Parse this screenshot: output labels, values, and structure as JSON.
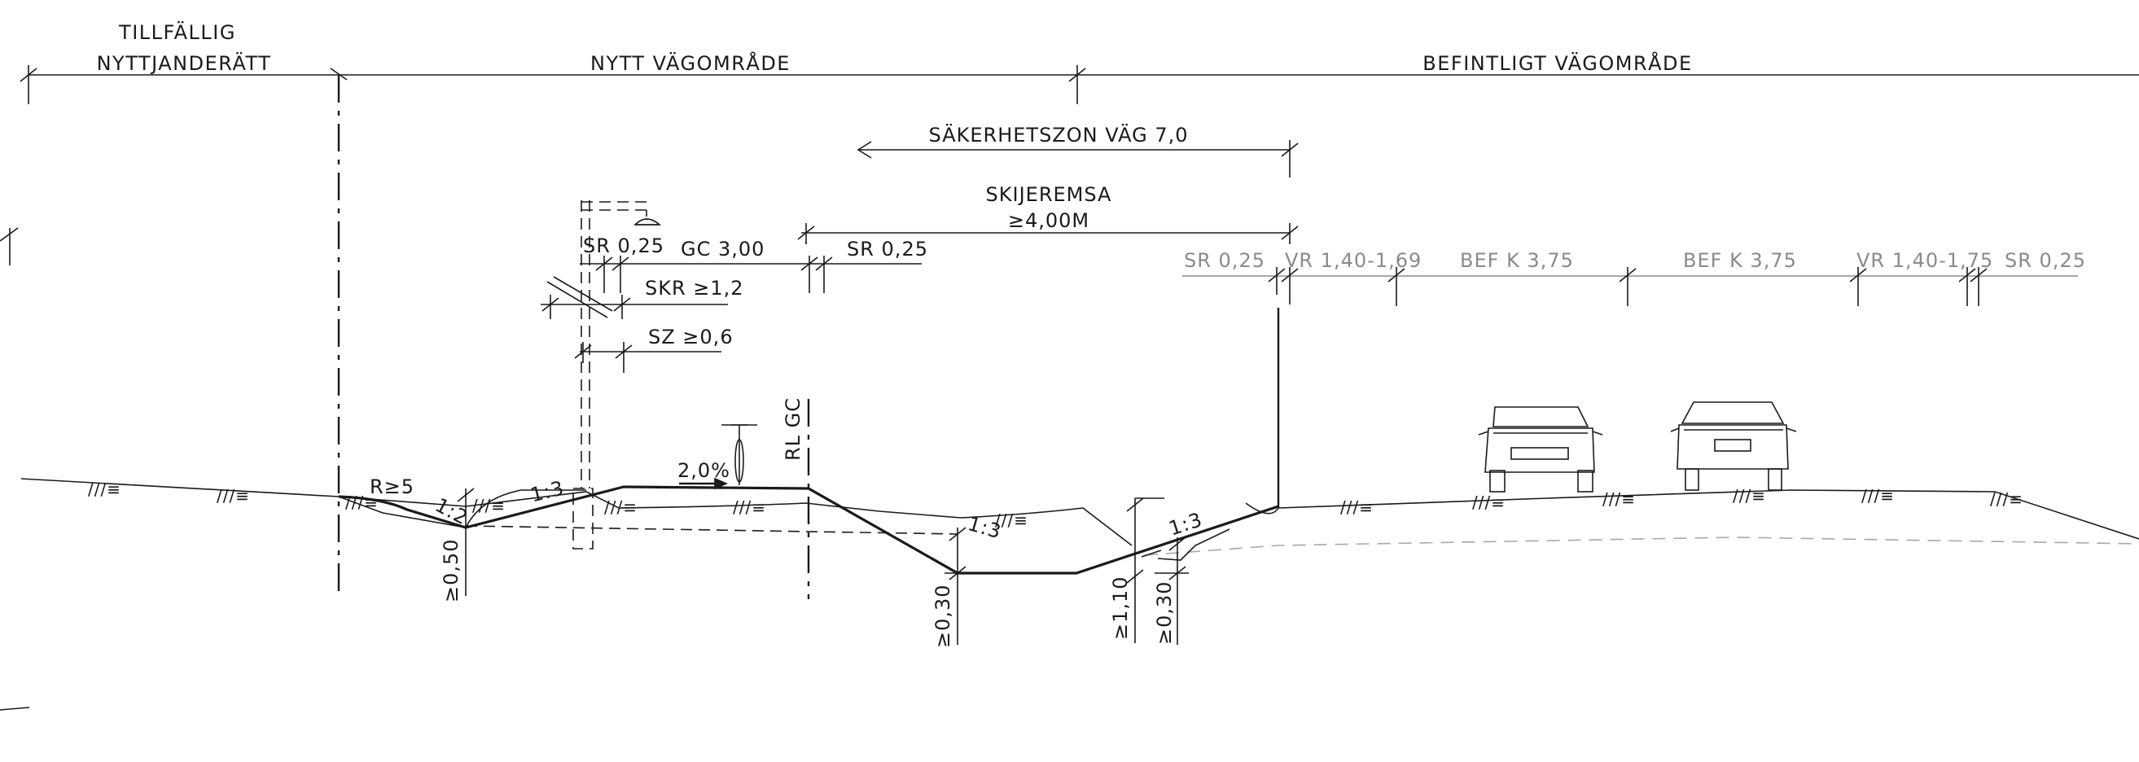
{
  "zones": {
    "temporary_line1": "TILLFÄLLIG",
    "temporary_line2": "NYTTJANDERÄTT",
    "new_road_area": "NYTT VÄGOMRÅDE",
    "existing_road_area": "BEFINTLIGT VÄGOMRÅDE"
  },
  "zones_left": {
    "safety_zone": "SÄKERHETSZON VÄG 7,0",
    "clear_strip_line1": "SKIJEREMSA",
    "clear_strip_line2": "≥4,00M",
    "sr_left": "SR 0,25",
    "gc_width": "GC 3,00",
    "sr_right": "SR 0,25",
    "skr": "SKR ≥1,2",
    "sz": "SZ ≥0,6"
  },
  "existing_lanes": {
    "sr1": "SR 0,25",
    "vr1": "VR 1,40-1,69",
    "lane1": "BEF K 3,75",
    "lane2": "BEF K 3,75",
    "vr2": "VR 1,40-1,75",
    "sr2": "SR 0,25"
  },
  "section": {
    "radius": "R≥5",
    "slope_1_2": "1:2",
    "slope_1_3_a": "1:3",
    "slope_1_3_b": "1:3",
    "slope_1_3_c": "1:3",
    "crossfall": "2,0%",
    "reference_line": "RL GC",
    "depth_050": "≥0,50",
    "depth_030_a": "≥0,30",
    "depth_110": "≥1,10",
    "depth_030_b": "≥0,30",
    "ground_hatch": "///≡"
  },
  "icons": [
    "bicycle-icon",
    "car-front-icon",
    "car-rear-icon",
    "street-lamp-icon"
  ],
  "colors": {
    "ink": "#1a1a1a",
    "existing_grey": "#8a8a8a"
  }
}
